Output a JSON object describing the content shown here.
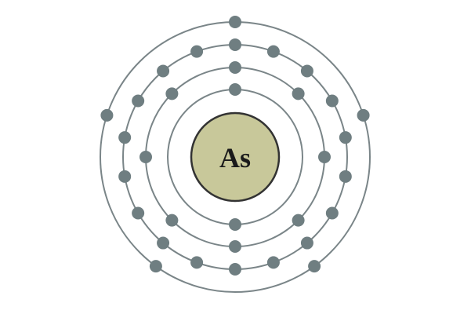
{
  "element": {
    "symbol": "As"
  },
  "shells": [
    {
      "electrons": 2
    },
    {
      "electrons": 8
    },
    {
      "electrons": 18
    },
    {
      "electrons": 5
    }
  ],
  "colors": {
    "nucleus_fill": "#c8c89a",
    "nucleus_stroke": "#333333",
    "orbit_stroke": "#7a8588",
    "electron_fill": "#6f7e81",
    "background": "#ffffff"
  }
}
